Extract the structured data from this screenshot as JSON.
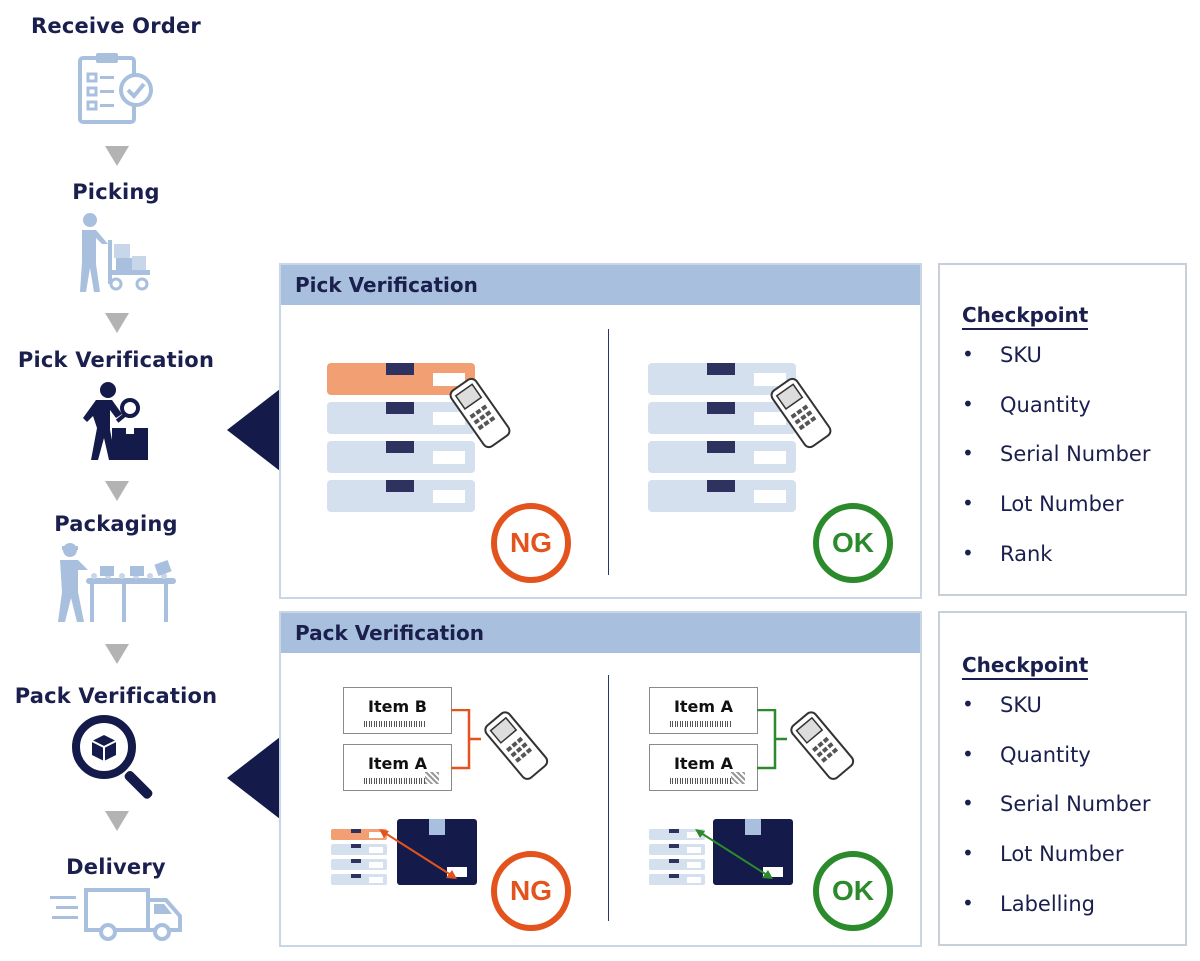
{
  "flow": {
    "steps": [
      {
        "label": "Receive Order",
        "icon": "clipboard-check-icon"
      },
      {
        "label": "Picking",
        "icon": "worker-cart-icon"
      },
      {
        "label": "Pick Verification",
        "icon": "inspector-magnifier-icon"
      },
      {
        "label": "Packaging",
        "icon": "packer-conveyor-icon"
      },
      {
        "label": "Pack Verification",
        "icon": "magnifier-box-icon"
      },
      {
        "label": "Delivery",
        "icon": "delivery-truck-icon"
      }
    ]
  },
  "panels": {
    "pick": {
      "title": "Pick Verification",
      "ng_label": "NG",
      "ok_label": "OK"
    },
    "pack": {
      "title": "Pack Verification",
      "ng_label": "NG",
      "ok_label": "OK",
      "ng_items": [
        "Item B",
        "Item A"
      ],
      "ok_items": [
        "Item A",
        "Item A"
      ]
    }
  },
  "checkpoints": {
    "pick": {
      "title": "Checkpoint",
      "items": [
        "SKU",
        "Quantity",
        "Serial Number",
        "Lot Number",
        "Rank"
      ]
    },
    "pack": {
      "title": "Checkpoint",
      "items": [
        "SKU",
        "Quantity",
        "Serial Number",
        "Lot Number",
        "Labelling"
      ]
    }
  },
  "colors": {
    "navy": "#1a1f4e",
    "light_blue": "#a8c0dd",
    "ng_orange": "#e3531d",
    "ok_green": "#2b8a2b",
    "highlight_orange": "#f29f73",
    "arrow_gray": "#b3b3b3"
  }
}
